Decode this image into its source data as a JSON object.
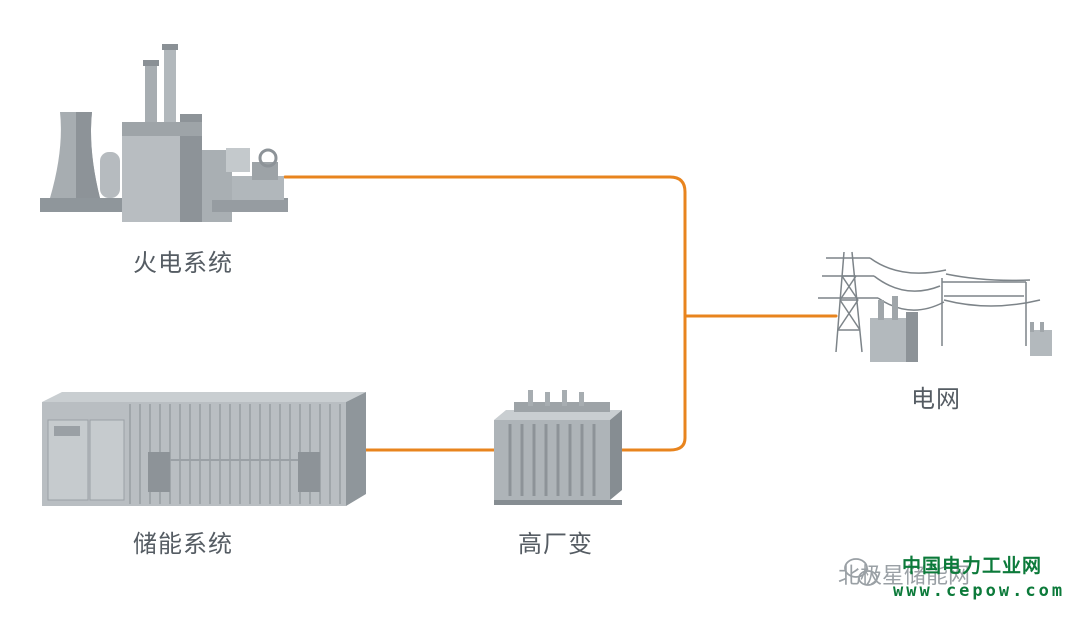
{
  "nodes": {
    "thermal": {
      "label": "火电系统"
    },
    "storage": {
      "label": "储能系统"
    },
    "transformer": {
      "label": "高厂变"
    },
    "grid": {
      "label": "电网"
    }
  },
  "watermark": {
    "wechat": "北极星储能网",
    "site": "中国电力工业网",
    "url": "www.cepow.com"
  },
  "colors": {
    "line": "#e8841e",
    "equipment": "#9aa1a6",
    "equipment_dark": "#6f767c",
    "label": "#555c63",
    "watermark_green": "#0c7a3a"
  },
  "icons": {
    "thermal": "power-plant-icon",
    "storage": "container-icon",
    "transformer": "transformer-icon",
    "grid": "transmission-tower-icon"
  }
}
